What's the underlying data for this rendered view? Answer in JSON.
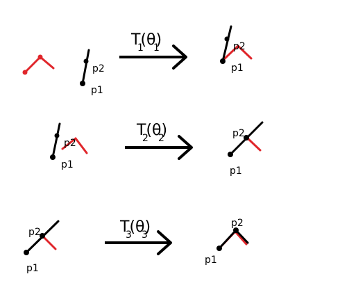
{
  "labels": {
    "p1": "p1",
    "p2": "p2"
  },
  "transforms": [
    {
      "symbol": "T",
      "open": "(",
      "theta": "θ",
      "close": ")",
      "subscript": "1"
    },
    {
      "symbol": "T",
      "open": "(",
      "theta": "θ",
      "close": ")",
      "subscript": "2"
    },
    {
      "symbol": "T",
      "open": "(",
      "theta": "θ",
      "close": ")",
      "subscript": "3"
    }
  ],
  "colors": {
    "red": "#e0262b",
    "black": "#000000"
  }
}
